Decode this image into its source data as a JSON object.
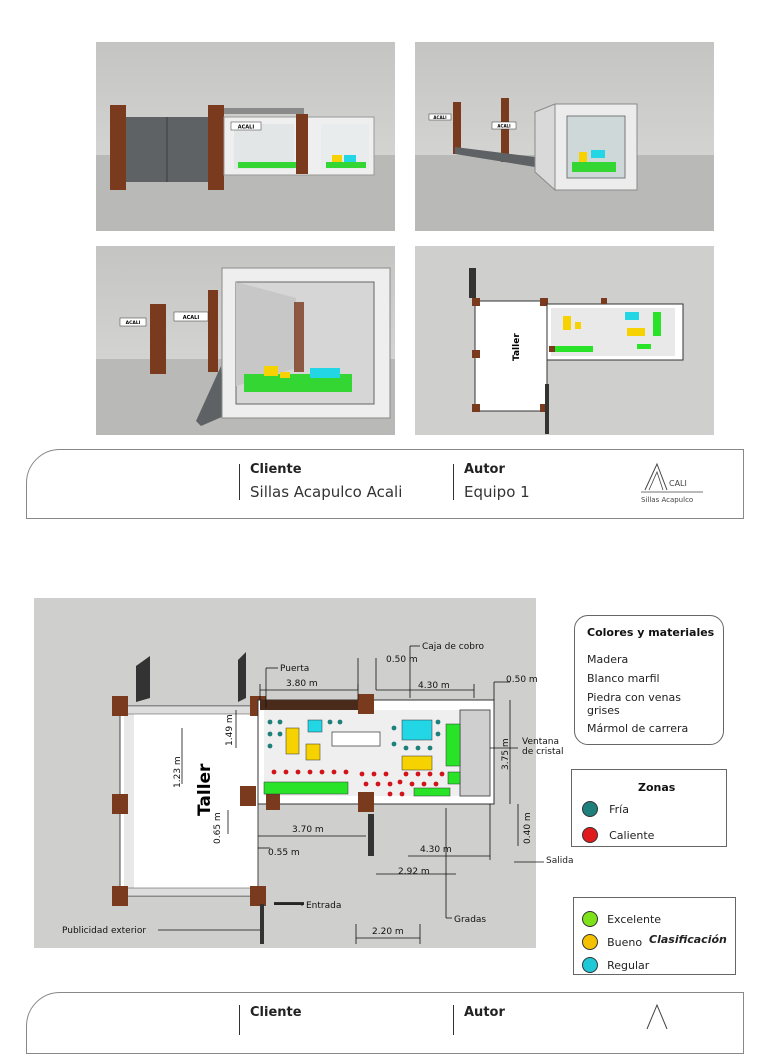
{
  "title_block": {
    "client_label": "Cliente",
    "client_value": "Sillas Acapulco Acali",
    "author_label": "Autor",
    "author_value": "Equipo 1",
    "logo_text": "CALI",
    "logo_subtext": "Sillas Acapulco"
  },
  "renders": {
    "sign_text": "ACALI"
  },
  "plan": {
    "room_label": "Taller",
    "dimensions": [
      "3.80 m",
      "0.50 m",
      "4.30 m",
      "0.50 m",
      "1.49 m",
      "1.23 m",
      "3.75 m",
      "0.65 m",
      "3.70 m",
      "0.55 m",
      "4.30 m",
      "0.40 m",
      "2.92 m",
      "2.20 m"
    ],
    "callouts": {
      "caja": "Caja de cobro",
      "puerta": "Puerta",
      "ventana_1": "Ventana",
      "ventana_2": "de cristal",
      "salida": "Salida",
      "entrada": "Entrada",
      "gradas": "Gradas",
      "publicidad": "Publicidad exterior"
    }
  },
  "legend_materials": {
    "title": "Colores y materiales",
    "items": [
      "Madera",
      "Blanco marfil",
      "Piedra con venas",
      "grises",
      "Mármol de carrera"
    ]
  },
  "legend_zones": {
    "title": "Zonas",
    "items": [
      {
        "label": "Fría",
        "color": "#1f7f7a"
      },
      {
        "label": "Caliente",
        "color": "#e01b1b"
      }
    ]
  },
  "legend_class": {
    "title": "Clasificación",
    "items": [
      {
        "label": "Excelente",
        "color": "#7ee21a"
      },
      {
        "label": "Bueno",
        "color": "#f3c100"
      },
      {
        "label": "Regular",
        "color": "#1ec8d6"
      }
    ]
  },
  "colors": {
    "wood": "#7a3a1e",
    "green": "#29e329",
    "yellow": "#f5d200",
    "cyan": "#22d6e6",
    "teal": "#1f7f7a",
    "red": "#c8181c"
  }
}
